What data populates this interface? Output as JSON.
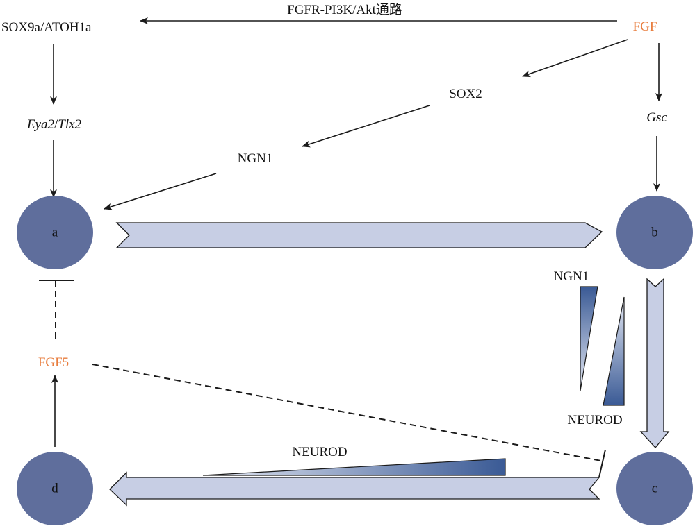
{
  "colors": {
    "cell_fill": "#5f6e9c",
    "arrow_fill": "#c7cee4",
    "arrow_stroke": "#1a1a1a",
    "gradient_dark": "#3a5a95",
    "gradient_light": "#e4e8f3",
    "highlight": "#e87d3e"
  },
  "cells": {
    "a": "a",
    "b": "b",
    "c": "c",
    "d": "d"
  },
  "labels": {
    "pathway": "FGFR-PI3K/Akt通路",
    "sox9a_atoh1a": "SOX9a/ATOH1a",
    "fgf": "FGF",
    "sox2": "SOX2",
    "eya2": "Eya2",
    "slash": "/",
    "tlx2": "Tlx2",
    "gsc": "Gsc",
    "ngn1_top": "NGN1",
    "ngn1_side": "NGN1",
    "neurod_side": "NEUROD",
    "neurod_bottom": "NEUROD",
    "fgf5": "FGF5"
  }
}
